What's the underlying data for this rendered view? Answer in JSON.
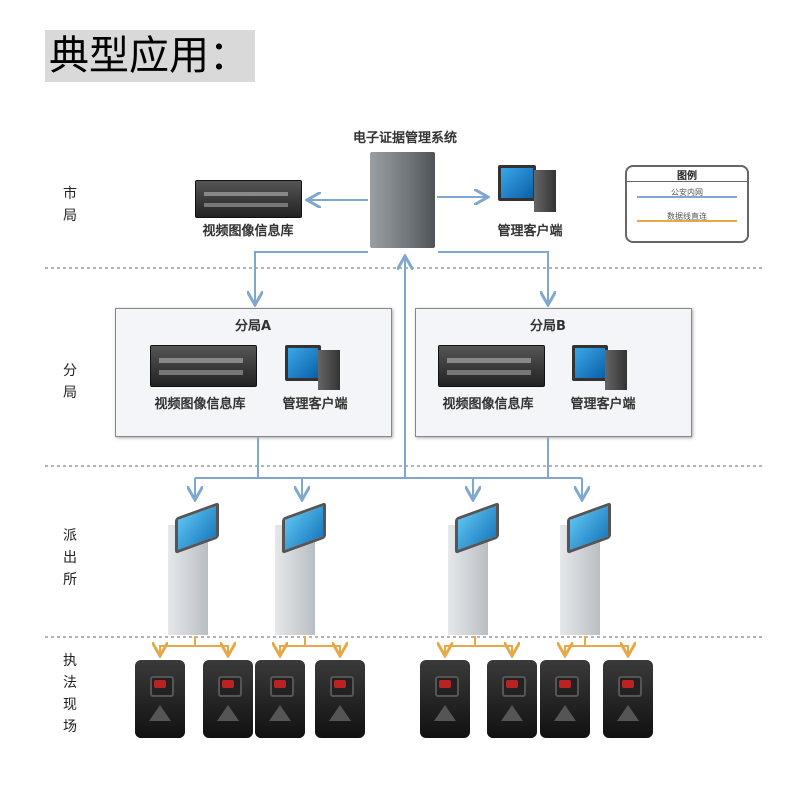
{
  "title": "典型应用：",
  "rows": [
    "市局",
    "分局",
    "派出所",
    "执法现场"
  ],
  "city": {
    "system": "电子证据管理系统",
    "video_db": "视频图像信息库",
    "client": "管理客户端"
  },
  "branches": [
    {
      "name": "分局A",
      "video_db": "视频图像信息库",
      "client": "管理客户端"
    },
    {
      "name": "分局B",
      "video_db": "视频图像信息库",
      "client": "管理客户端"
    }
  ],
  "legend": {
    "title": "图例",
    "items": [
      {
        "label": "公安内网",
        "color": "#7fa7cf"
      },
      {
        "label": "数据线直连",
        "color": "#e6a84a"
      }
    ]
  },
  "colors": {
    "network": "#7fa7cf",
    "cable": "#e6a84a"
  },
  "icons": [
    "rack-server-icon",
    "tower-server-icon",
    "desktop-pc-icon",
    "kiosk-terminal-icon",
    "body-camera-icon"
  ]
}
